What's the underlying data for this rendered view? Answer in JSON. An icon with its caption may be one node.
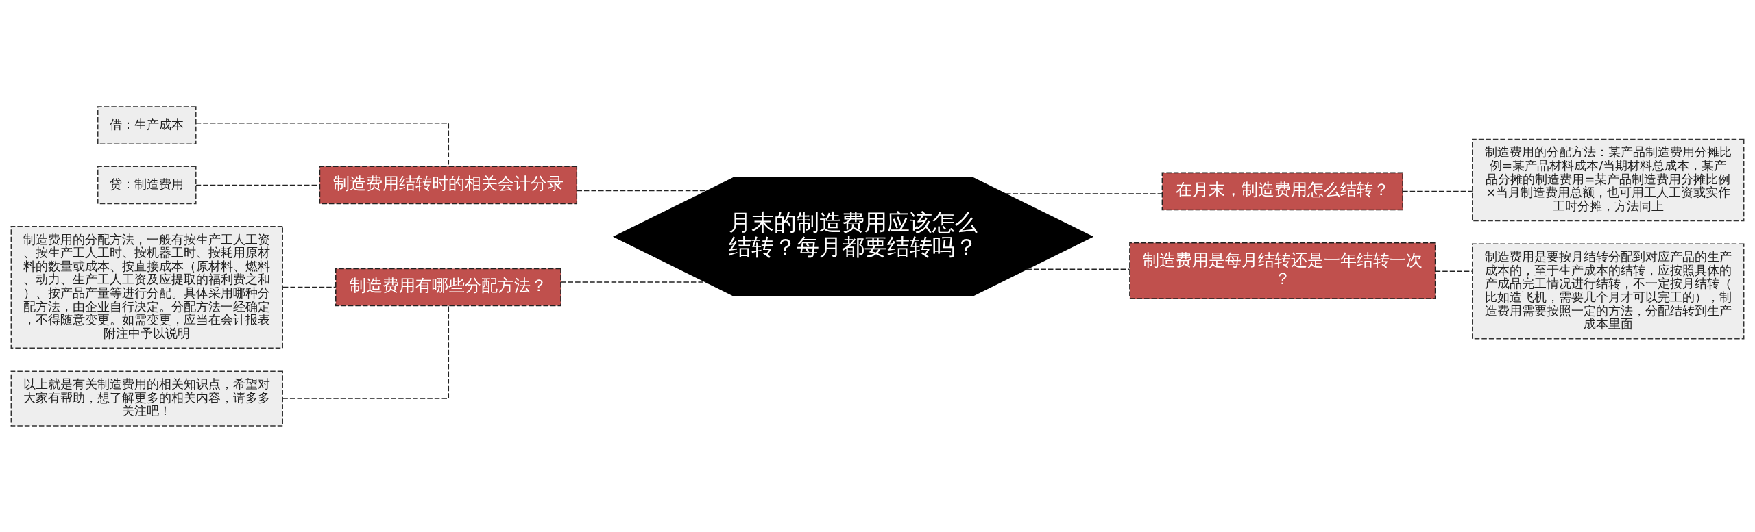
{
  "diagram": {
    "nodes": [
      {
        "text": [
          "月末的制造费用应该怎么结转？每月都要结转吗？"
        ]
      },
      {
        "text": [
          "制造费用结转时的相关会计分录"
        ]
      },
      {
        "text": [
          "借：生产成本"
        ]
      },
      {
        "text": [
          "贷：制造费用"
        ]
      },
      {
        "text": [
          "制造费用有哪些分配方法？"
        ]
      },
      {
        "text": [
          "制造费用的分配方法，一般有按生产工人工资、按生产工人工时、按机器工时、按耗用原材料的数量或成本、按直接成本（原材料、燃料、动力、生产工人工资及应提取的福利费之和）、按产品产量等进行分配。具体采用哪种分配方法，由企业自行决定。分配方法一经确定，不得随意变更。如需变更，应当在会计报表附注中予以说明"
        ]
      },
      {
        "text": [
          "以上就是有关制造费用的相关知识点，希望对大家有帮助，想了解更多的相关内容，请多多关注吧！"
        ]
      },
      {
        "text": [
          "在月末，制造费用怎么结转？"
        ]
      },
      {
        "text": [
          "制造费用的分配方法：某产品制造费用分摊比例=某产品材料成本/当期材料总成本，某产品分摊的制造费用=某产品制造费用分摊比例×当月制造费用总额，也可用工人工资或实作工时分摊，方法同上"
        ]
      },
      {
        "text": [
          "制造费用是每月结转还是一年结转一次？"
        ]
      },
      {
        "text": [
          "制造费用是要按月结转分配到对应产品的生产成本的，至于生产成本的结转，应按照具体的产成品完工情况进行结转，不一定按月结转（比如造飞机，需要几个月才可以完工的），制造费用需要按照一定的方法，分配结转到生产成本里面"
        ]
      }
    ],
    "edges": [
      {
        "from": 0,
        "to": 1,
        "arrow": "none",
        "style": "dashed"
      },
      {
        "from": 1,
        "to": 2,
        "arrow": "none",
        "style": "dashed"
      },
      {
        "from": 1,
        "to": 3,
        "arrow": "none",
        "style": "dashed"
      },
      {
        "from": 0,
        "to": 4,
        "arrow": "none",
        "style": "dashed"
      },
      {
        "from": 4,
        "to": 5,
        "arrow": "none",
        "style": "dashed"
      },
      {
        "from": 4,
        "to": 6,
        "arrow": "none",
        "style": "dashed"
      },
      {
        "from": 0,
        "to": 7,
        "arrow": "none",
        "style": "dashed"
      },
      {
        "from": 7,
        "to": 8,
        "arrow": "none",
        "style": "dashed"
      },
      {
        "from": 0,
        "to": 9,
        "arrow": "none",
        "style": "dashed"
      },
      {
        "from": 9,
        "to": 10,
        "arrow": "none",
        "style": "dashed"
      }
    ]
  }
}
